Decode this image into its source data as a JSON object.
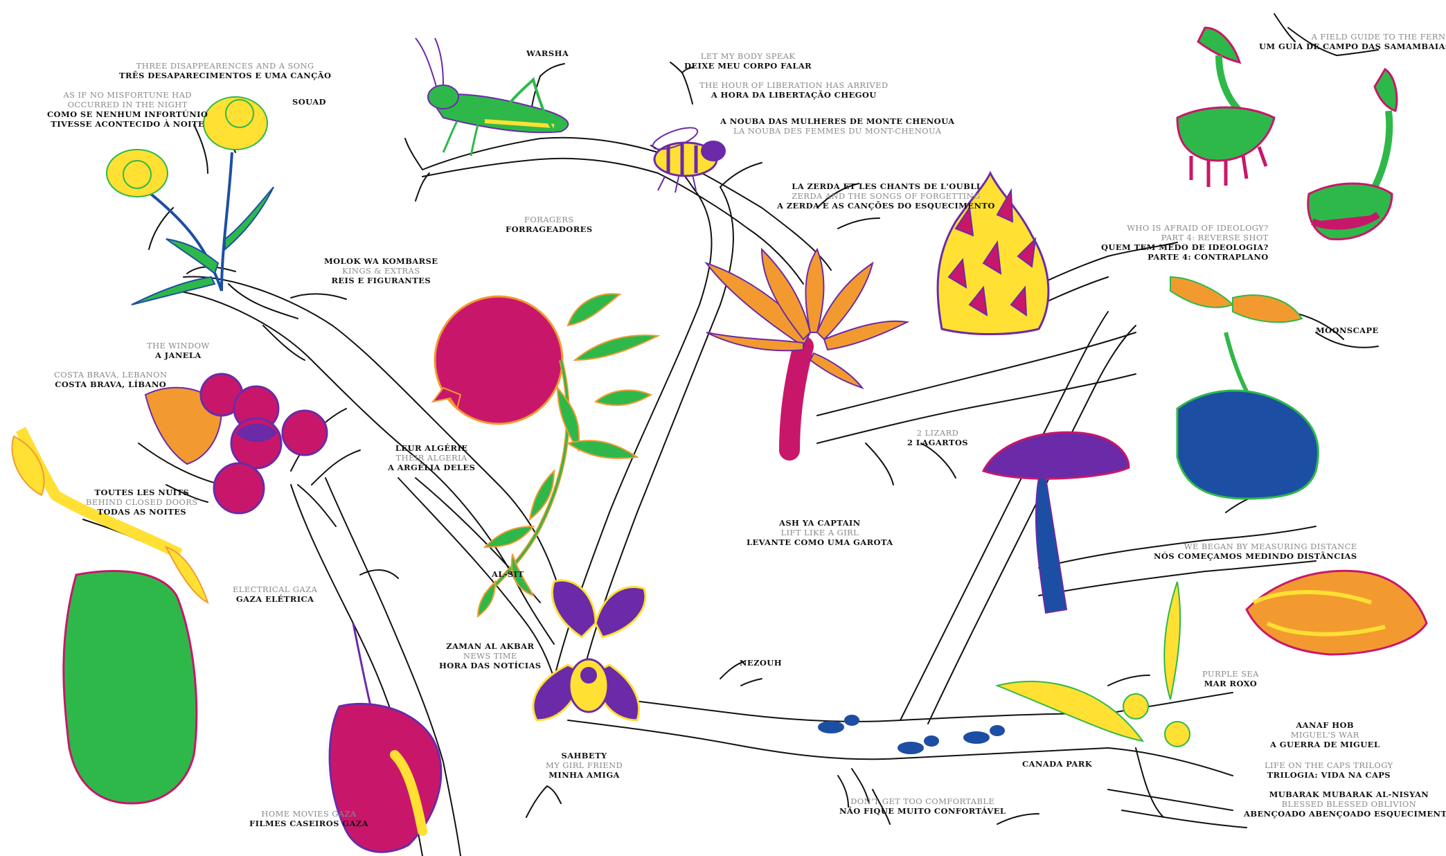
{
  "colors": {
    "yellow": "#ffe033",
    "green": "#2fb84a",
    "magenta": "#c8176a",
    "purple": "#6b2aa8",
    "orange": "#f29a30",
    "blue": "#1c4fa3",
    "line": "#111111",
    "grey_text": "#8a8a8a"
  },
  "illustrations": [
    "chamomile-flower",
    "grasshopper",
    "bee",
    "pomegranate-branch",
    "banana-flower",
    "dragon-fruit",
    "venus-flytrap",
    "cape-gooseberry",
    "soursop",
    "anthurium",
    "orchid",
    "mushroom",
    "custard-apple",
    "bracket-fungus",
    "ants",
    "sprouting-seeds"
  ],
  "labels": [
    {
      "id": "three-disappearences",
      "lines": [
        {
          "t": "THREE DISAPPEARENCES AND A SONG",
          "s": "g"
        },
        {
          "t": "TRÊS DESAPARECIMENTOS E UMA CANÇÃO",
          "s": "b"
        }
      ]
    },
    {
      "id": "souad",
      "lines": [
        {
          "t": "SOUAD",
          "s": "b"
        }
      ]
    },
    {
      "id": "no-misfortune",
      "lines": [
        {
          "t": "AS IF NO MISFORTUNE HAD",
          "s": "g"
        },
        {
          "t": "OCCURRED IN THE NIGHT",
          "s": "g"
        },
        {
          "t": "COMO SE NENHUM INFORTÚNIO",
          "s": "b"
        },
        {
          "t": "TIVESSE ACONTECIDO À NOITE",
          "s": "b"
        }
      ]
    },
    {
      "id": "warsha",
      "lines": [
        {
          "t": "WARSHA",
          "s": "b"
        }
      ]
    },
    {
      "id": "let-my-body-speak",
      "lines": [
        {
          "t": "LET MY BODY SPEAK",
          "s": "g"
        },
        {
          "t": "DEIXE MEU CORPO FALAR",
          "s": "b"
        }
      ]
    },
    {
      "id": "hour-of-liberation",
      "lines": [
        {
          "t": "THE HOUR OF LIBERATION HAS ARRIVED",
          "s": "g"
        },
        {
          "t": "A HORA DA LIBERTAÇÃO CHEGOU",
          "s": "b"
        }
      ]
    },
    {
      "id": "nouba",
      "lines": [
        {
          "t": "A NOUBA DAS MULHERES DE MONTE CHENOUA",
          "s": "b"
        },
        {
          "t": "LA NOUBA DES FEMMES DU MONT-CHENOUA",
          "s": "g"
        }
      ]
    },
    {
      "id": "zerda",
      "lines": [
        {
          "t": "LA ZERDA ET LES CHANTS DE L'OUBLI",
          "s": "b"
        },
        {
          "t": "ZERDA AND THE SONGS OF FORGETTING",
          "s": "g"
        },
        {
          "t": "A ZERDA E AS CANÇÕES DO ESQUECIMENTO",
          "s": "b"
        }
      ]
    },
    {
      "id": "foragers",
      "lines": [
        {
          "t": "FORAGERS",
          "s": "g"
        },
        {
          "t": "FORRAGEADORES",
          "s": "b"
        }
      ]
    },
    {
      "id": "molok",
      "lines": [
        {
          "t": "MOLOK WA KOMBARSE",
          "s": "b"
        },
        {
          "t": "KINGS & EXTRAS",
          "s": "g"
        },
        {
          "t": "REIS E FIGURANTES",
          "s": "b"
        }
      ]
    },
    {
      "id": "ferns",
      "lines": [
        {
          "t": "A FIELD GUIDE TO THE FERNS",
          "s": "g"
        },
        {
          "t": "UM GUIA DE CAMPO DAS SAMAMBAIAS",
          "s": "b"
        }
      ]
    },
    {
      "id": "ideology",
      "lines": [
        {
          "t": "WHO IS AFRAID OF IDEOLOGY?",
          "s": "g"
        },
        {
          "t": "PART 4: REVERSE SHOT",
          "s": "g"
        },
        {
          "t": "QUEM TEM MEDO DE IDEOLOGIA?",
          "s": "b"
        },
        {
          "t": "PARTE 4:  CONTRAPLANO",
          "s": "b"
        }
      ]
    },
    {
      "id": "moonscape",
      "lines": [
        {
          "t": "MOONSCAPE",
          "s": "b"
        }
      ]
    },
    {
      "id": "window",
      "lines": [
        {
          "t": "THE WINDOW",
          "s": "g"
        },
        {
          "t": "A JANELA",
          "s": "b"
        }
      ]
    },
    {
      "id": "costa-brava",
      "lines": [
        {
          "t": "COSTA BRAVA, LEBANON",
          "s": "g"
        },
        {
          "t": "COSTA BRAVA, LÍBANO",
          "s": "b"
        }
      ]
    },
    {
      "id": "leur-algerie",
      "lines": [
        {
          "t": "LEUR ALGÉRIE",
          "s": "b"
        },
        {
          "t": "THEIR ALGERIA",
          "s": "g"
        },
        {
          "t": "A ARGÉLIA DELES",
          "s": "b"
        }
      ]
    },
    {
      "id": "lizard",
      "lines": [
        {
          "t": "2 LIZARD",
          "s": "g"
        },
        {
          "t": "2 LAGARTOS",
          "s": "b"
        }
      ]
    },
    {
      "id": "toutes-les-nuits",
      "lines": [
        {
          "t": "TOUTES LES NUITS",
          "s": "b"
        },
        {
          "t": "BEHIND CLOSED DOORS",
          "s": "g"
        },
        {
          "t": "TODAS AS NOITES",
          "s": "b"
        }
      ]
    },
    {
      "id": "ash-ya-captain",
      "lines": [
        {
          "t": "ASH YA CAPTAIN",
          "s": "b"
        },
        {
          "t": "LIFT LIKE A GIRL",
          "s": "g"
        },
        {
          "t": "LEVANTE COMO UMA GAROTA",
          "s": "b"
        }
      ]
    },
    {
      "id": "measuring-distance",
      "lines": [
        {
          "t": "WE BEGAN BY MEASURING DISTANCE",
          "s": "g"
        },
        {
          "t": "NÓS COMEÇAMOS MEDINDO DISTÂNCIAS",
          "s": "b"
        }
      ]
    },
    {
      "id": "al-sit",
      "lines": [
        {
          "t": "AL-SIT",
          "s": "b"
        }
      ]
    },
    {
      "id": "electrical-gaza",
      "lines": [
        {
          "t": "ELECTRICAL GAZA",
          "s": "g"
        },
        {
          "t": "GAZA ELÉTRICA",
          "s": "b"
        }
      ]
    },
    {
      "id": "zaman-al-akbar",
      "lines": [
        {
          "t": "ZAMAN AL AKBAR",
          "s": "b"
        },
        {
          "t": "NEWS TIME",
          "s": "g"
        },
        {
          "t": "HORA DAS NOTÍCIAS",
          "s": "b"
        }
      ]
    },
    {
      "id": "nezouh",
      "lines": [
        {
          "t": "NEZOUH",
          "s": "b"
        }
      ]
    },
    {
      "id": "purple-sea",
      "lines": [
        {
          "t": "PURPLE SEA",
          "s": "g"
        },
        {
          "t": "MAR ROXO",
          "s": "b"
        }
      ]
    },
    {
      "id": "aanaf-hob",
      "lines": [
        {
          "t": "AANAF HOB",
          "s": "b"
        },
        {
          "t": "MIGUEL'S WAR",
          "s": "g"
        },
        {
          "t": "A GUERRA DE MIGUEL",
          "s": "b"
        }
      ]
    },
    {
      "id": "caps-trilogy",
      "lines": [
        {
          "t": "LIFE ON THE CAPS TRILOGY",
          "s": "g"
        },
        {
          "t": "TRILOGIA: VIDA NA CAPS",
          "s": "b"
        }
      ]
    },
    {
      "id": "sahbety",
      "lines": [
        {
          "t": "SAHBETY",
          "s": "b"
        },
        {
          "t": "MY GIRL FRIEND",
          "s": "g"
        },
        {
          "t": "MINHA AMIGA",
          "s": "b"
        }
      ]
    },
    {
      "id": "canada-park",
      "lines": [
        {
          "t": "CANADA PARK",
          "s": "b"
        }
      ]
    },
    {
      "id": "comfortable",
      "lines": [
        {
          "t": "DON'T GET TOO COMFORTABLE",
          "s": "g"
        },
        {
          "t": "NÃO FIQUE MUITO CONFORTÁVEL",
          "s": "b"
        }
      ]
    },
    {
      "id": "mubarak",
      "lines": [
        {
          "t": "MUBARAK MUBARAK AL-NISYAN",
          "s": "b"
        },
        {
          "t": "BLESSED BLESSED OBLIVION",
          "s": "g"
        },
        {
          "t": "ABENÇOADO ABENÇOADO ESQUECIMENTO",
          "s": "b"
        }
      ]
    },
    {
      "id": "home-movies",
      "lines": [
        {
          "t": "HOME MOVIES GAZA",
          "s": "g"
        },
        {
          "t": "FILMES CASEIROS GAZA",
          "s": "b"
        }
      ]
    }
  ]
}
